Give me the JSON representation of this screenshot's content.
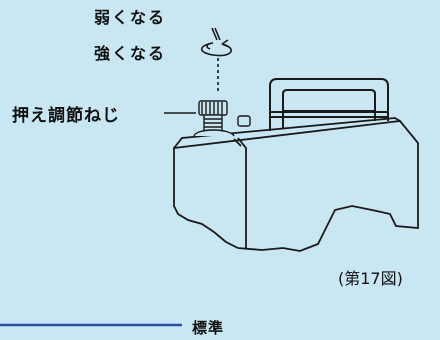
{
  "labels": {
    "weaker": "弱くなる",
    "stronger": "強くなる",
    "pressure_screw": "押え調節ねじ",
    "figure_number": "(第17図)",
    "standard": "標準"
  },
  "colors": {
    "background": "#c9e6f3",
    "line": "#1a1a1a",
    "accent_line": "#2a4fa0",
    "tank_fill": "#c9e6f3"
  }
}
